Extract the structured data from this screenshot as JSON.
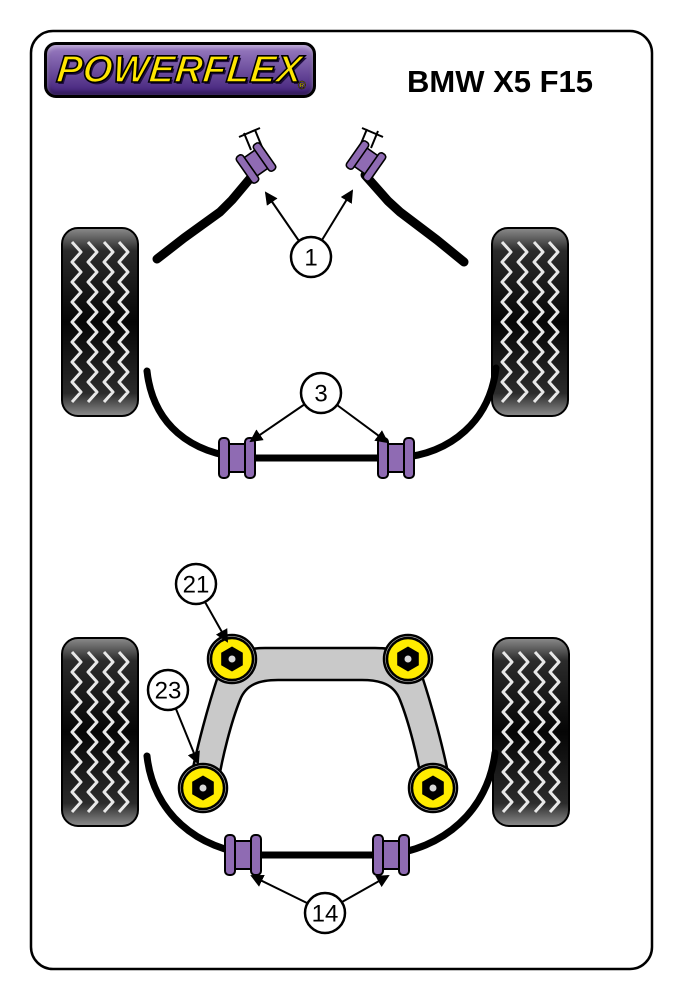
{
  "page": {
    "title": "BMW X5 F15",
    "brand": {
      "logo_text": "POWERFLEX",
      "registered_mark": "®"
    }
  },
  "diagram": {
    "front": {
      "callout_drop_link_bushes": "1",
      "callout_arb_bushes": "3"
    },
    "rear": {
      "callout_subframe_front_bushes": "21",
      "callout_subframe_rear_bushes": "23",
      "callout_arb_bushes": "14"
    }
  },
  "colors": {
    "logo_purple_light": "#9b7ec2",
    "logo_purple_dark": "#41207a",
    "logo_yellow": "#ffe600",
    "bush_purple": "#8f6bb3",
    "bush_yellow": "#ffec00",
    "subframe_gray": "#c9c9c9",
    "tire_edge_gray": "#8c8c8c",
    "line_black": "#000000"
  }
}
